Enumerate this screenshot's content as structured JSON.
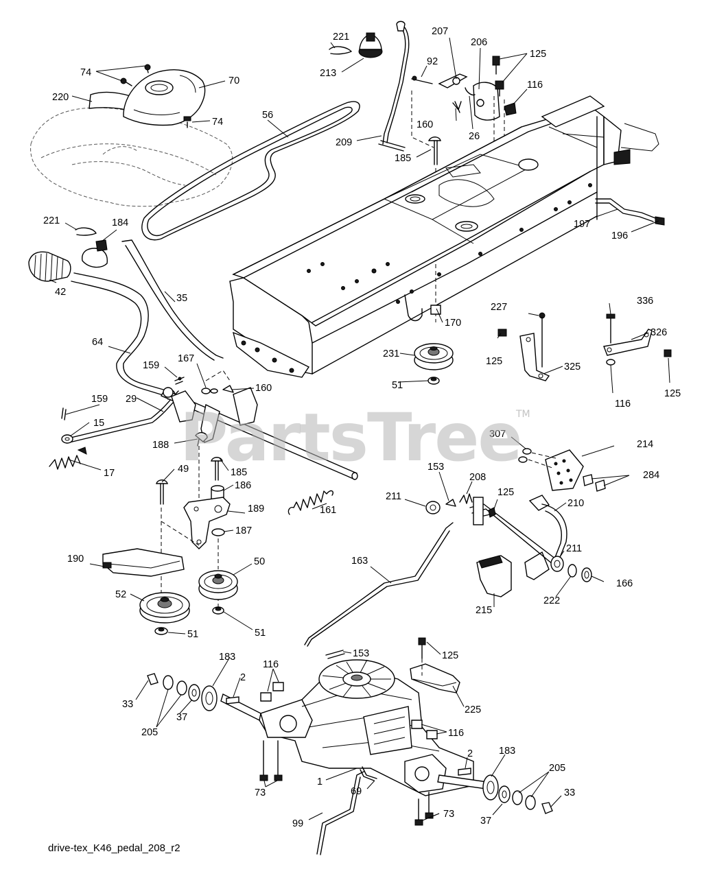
{
  "diagram": {
    "caption": "drive-tex_K46_pedal_208_r2",
    "watermark": "PartsTree",
    "watermark_tm": "TM",
    "callouts": [
      "221",
      "213",
      "207",
      "92",
      "206",
      "125",
      "116",
      "74",
      "70",
      "220",
      "74",
      "56",
      "160",
      "26",
      "209",
      "185",
      "221",
      "184",
      "42",
      "35",
      "197",
      "196",
      "64",
      "159",
      "167",
      "160",
      "170",
      "227",
      "336",
      "326",
      "29",
      "159",
      "231",
      "125",
      "325",
      "15",
      "51",
      "116",
      "125",
      "17",
      "188",
      "307",
      "214",
      "49",
      "185",
      "186",
      "284",
      "153",
      "208",
      "125",
      "189",
      "161",
      "211",
      "210",
      "187",
      "190",
      "50",
      "163",
      "211",
      "52",
      "166",
      "222",
      "215",
      "51",
      "51",
      "183",
      "116",
      "153",
      "125",
      "2",
      "225",
      "33",
      "205",
      "37",
      "116",
      "2",
      "183",
      "1",
      "205",
      "73",
      "69",
      "33",
      "37",
      "73",
      "99"
    ]
  }
}
